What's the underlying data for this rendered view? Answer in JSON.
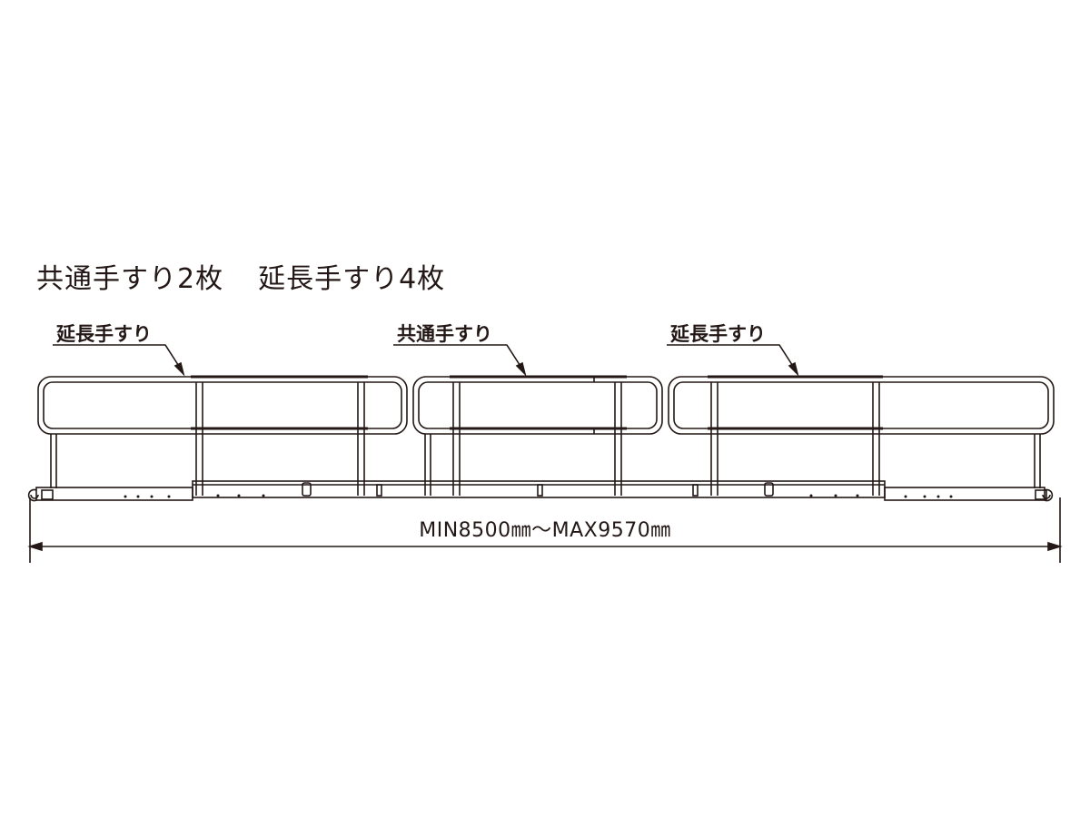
{
  "heading": {
    "common_part": "共通手すり2枚",
    "extension_part": "延長手すり4枚"
  },
  "callouts": [
    {
      "label": "延長手すり"
    },
    {
      "label": "共通手すり"
    },
    {
      "label": "延長手すり"
    }
  ],
  "dimension": {
    "label": "MIN8500㎜～MAX9570㎜"
  },
  "colors": {
    "line": "#231815",
    "background": "#ffffff"
  }
}
